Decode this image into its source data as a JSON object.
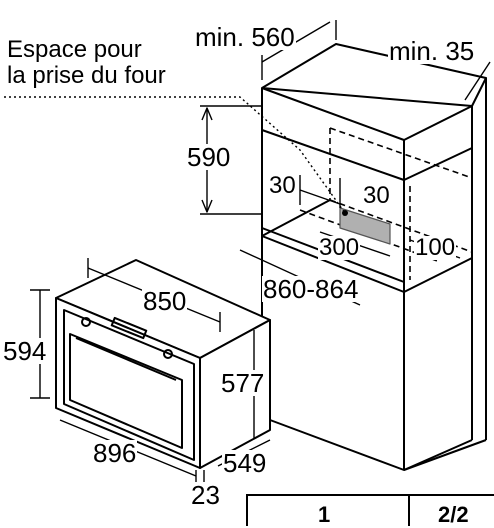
{
  "note": {
    "line1": "Espace pour",
    "line2": "la prise du four"
  },
  "cabinet_dims": {
    "min_width": "min. 560",
    "min_depth": "min. 35",
    "niche_height": "590",
    "spacing_left": "30",
    "spacing_right": "30",
    "socket_width": "300",
    "socket_depth": "100",
    "shelf_depth": "860-864"
  },
  "oven_dims": {
    "width_top": "850",
    "height_front": "594",
    "height_side": "577",
    "width_bottom": "896",
    "depth": "549",
    "front_thickness": "23"
  },
  "page_box": {
    "left": "1",
    "right": "2/2"
  }
}
